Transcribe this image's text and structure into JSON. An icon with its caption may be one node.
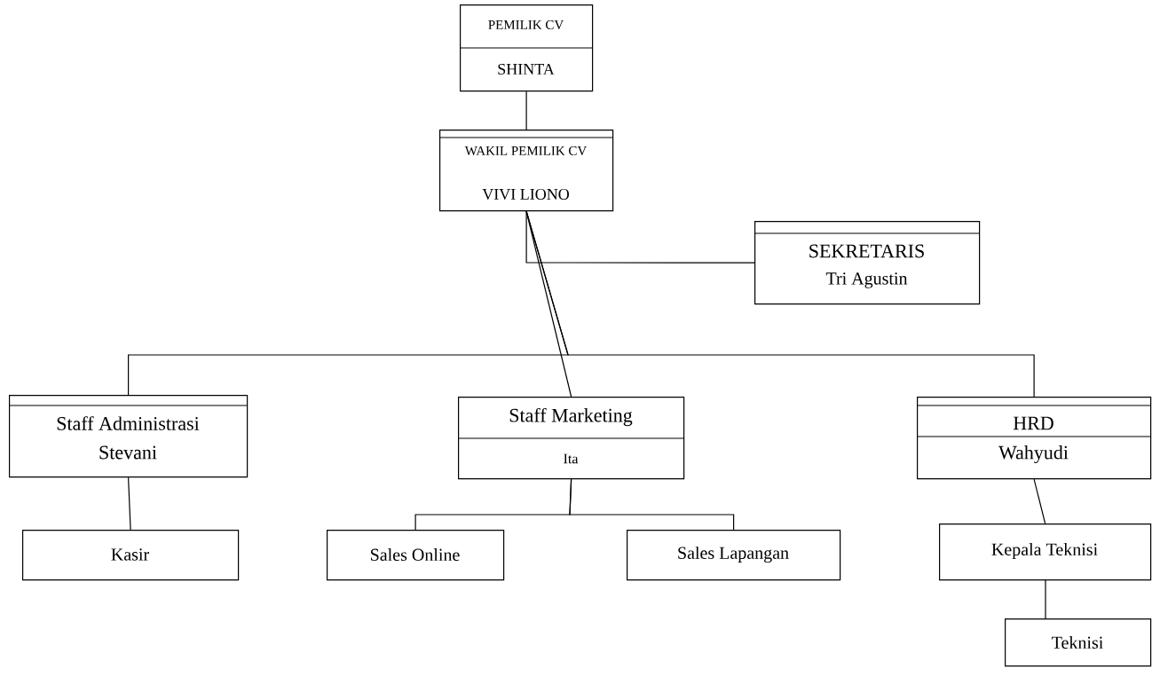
{
  "diagram": {
    "nodes": [
      {
        "text": [
          "PEMILIK CV",
          "SHINTA"
        ]
      },
      {
        "text": [
          "WAKIL PEMILIK CV",
          "VIVI LIONO"
        ]
      },
      {
        "text": [
          "SEKRETARIS",
          "Tri Agustin"
        ]
      },
      {
        "text": [
          "Staff Administrasi",
          "Stevani"
        ]
      },
      {
        "text": [
          "Staff Marketing",
          "Ita"
        ]
      },
      {
        "text": [
          "HRD",
          "Wahyudi"
        ]
      },
      {
        "text": [
          "Kasir"
        ]
      },
      {
        "text": [
          "Sales Online"
        ]
      },
      {
        "text": [
          "Sales Lapangan"
        ]
      },
      {
        "text": [
          "Kepala Teknisi"
        ]
      },
      {
        "text": [
          "Teknisi"
        ]
      }
    ],
    "edges": [
      {
        "from": 0,
        "to": 1,
        "arrow": "none"
      },
      {
        "from": 1,
        "to": 2,
        "arrow": "none"
      },
      {
        "from": 1,
        "to": 3,
        "arrow": "none"
      },
      {
        "from": 1,
        "to": 4,
        "arrow": "none"
      },
      {
        "from": 1,
        "to": 5,
        "arrow": "none"
      },
      {
        "from": 3,
        "to": 6,
        "arrow": "none"
      },
      {
        "from": 4,
        "to": 7,
        "arrow": "none"
      },
      {
        "from": 4,
        "to": 8,
        "arrow": "none"
      },
      {
        "from": 5,
        "to": 9,
        "arrow": "none"
      },
      {
        "from": 9,
        "to": 10,
        "arrow": "none"
      }
    ]
  }
}
